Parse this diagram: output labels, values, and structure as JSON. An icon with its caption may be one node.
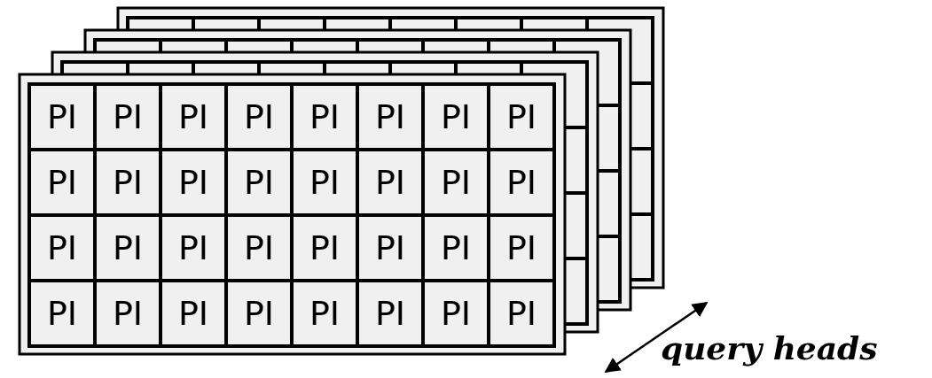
{
  "diagram": {
    "nodes": [
      {
        "text": [
          "PI"
        ]
      },
      {
        "text": [
          "PI"
        ]
      },
      {
        "text": [
          "PI"
        ]
      },
      {
        "text": [
          "PI"
        ]
      },
      {
        "text": [
          "PI"
        ]
      },
      {
        "text": [
          "PI"
        ]
      },
      {
        "text": [
          "PI"
        ]
      },
      {
        "text": [
          "PI"
        ]
      },
      {
        "text": [
          "PI"
        ]
      },
      {
        "text": [
          "PI"
        ]
      },
      {
        "text": [
          "PI"
        ]
      },
      {
        "text": [
          "PI"
        ]
      },
      {
        "text": [
          "PI"
        ]
      },
      {
        "text": [
          "PI"
        ]
      },
      {
        "text": [
          "PI"
        ]
      },
      {
        "text": [
          "PI"
        ]
      },
      {
        "text": [
          "PI"
        ]
      },
      {
        "text": [
          "PI"
        ]
      },
      {
        "text": [
          "PI"
        ]
      },
      {
        "text": [
          "PI"
        ]
      },
      {
        "text": [
          "PI"
        ]
      },
      {
        "text": [
          "PI"
        ]
      },
      {
        "text": [
          "PI"
        ]
      },
      {
        "text": [
          "PI"
        ]
      },
      {
        "text": [
          "PI"
        ]
      },
      {
        "text": [
          "PI"
        ]
      },
      {
        "text": [
          "PI"
        ]
      },
      {
        "text": [
          "PI"
        ]
      },
      {
        "text": [
          "PI"
        ]
      },
      {
        "text": [
          "PI"
        ]
      },
      {
        "text": [
          "PI"
        ]
      },
      {
        "text": [
          "PI"
        ]
      }
    ],
    "labels": [
      "query heads"
    ]
  }
}
